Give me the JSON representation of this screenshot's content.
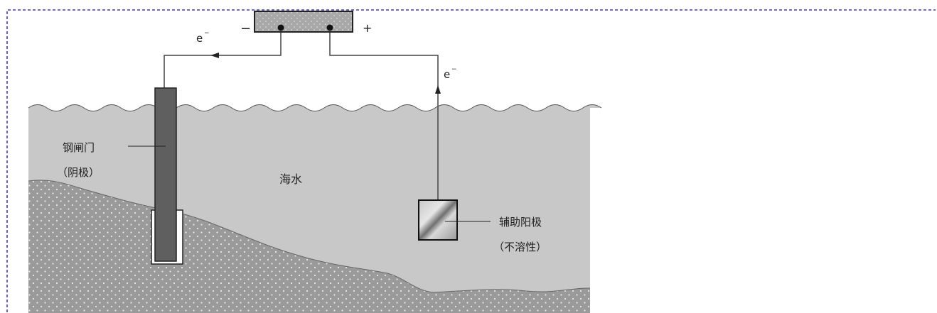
{
  "diagram": {
    "power_supply": {
      "negative_sign": "−",
      "positive_sign": "+"
    },
    "electron_left": {
      "symbol": "e",
      "charge": "−"
    },
    "electron_right": {
      "symbol": "e",
      "charge": "−"
    },
    "steel_gate": {
      "line1": "钢闸门",
      "line2": "（阴极）"
    },
    "seawater": {
      "label": "海水"
    },
    "aux_anode": {
      "line1": "辅助阳极",
      "line2": "（不溶性）"
    }
  }
}
